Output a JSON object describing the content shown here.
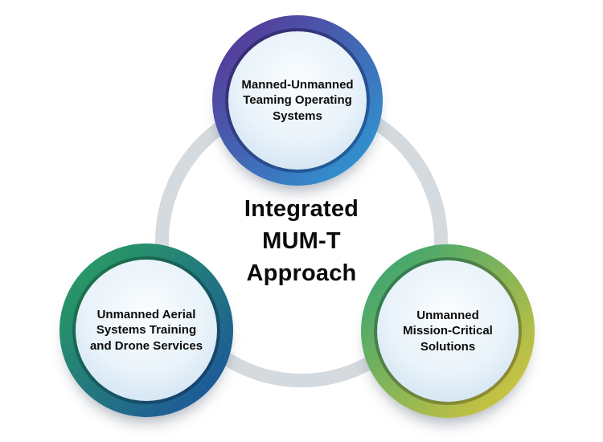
{
  "diagram": {
    "title": "Integrated\nMUM-T\nApproach",
    "connector_ring_color": "#d4dade",
    "text_color": "#0c0c0c",
    "inner_fill_colors": [
      "#fbfdff",
      "#e9f3fa",
      "#c7dcef"
    ],
    "nodes": [
      {
        "id": "manned-unmanned-teaming-operating-systems",
        "label": "Manned-Unmanned\nTeaming Operating\nSystems",
        "ring_gradient_start": "#5b2e91",
        "ring_gradient_end": "#2b9fd8",
        "rim_gradient_start": "#41216b",
        "rim_gradient_end": "#1a6aa4"
      },
      {
        "id": "unmanned-aerial-systems-training-and-drone-services",
        "label": "Unmanned Aerial\nSystems Training\nand Drone Services",
        "ring_gradient_start": "#2aa35c",
        "ring_gradient_end": "#1c4fa0",
        "rim_gradient_start": "#1d7a42",
        "rim_gradient_end": "#143a78"
      },
      {
        "id": "unmanned-mission-critical-solutions",
        "label": "Unmanned\nMission-Critical\nSolutions",
        "ring_gradient_start": "#2aa176",
        "ring_gradient_end": "#e2c839",
        "rim_gradient_start": "#1e7a57",
        "rim_gradient_end": "#a38e2b"
      }
    ]
  }
}
